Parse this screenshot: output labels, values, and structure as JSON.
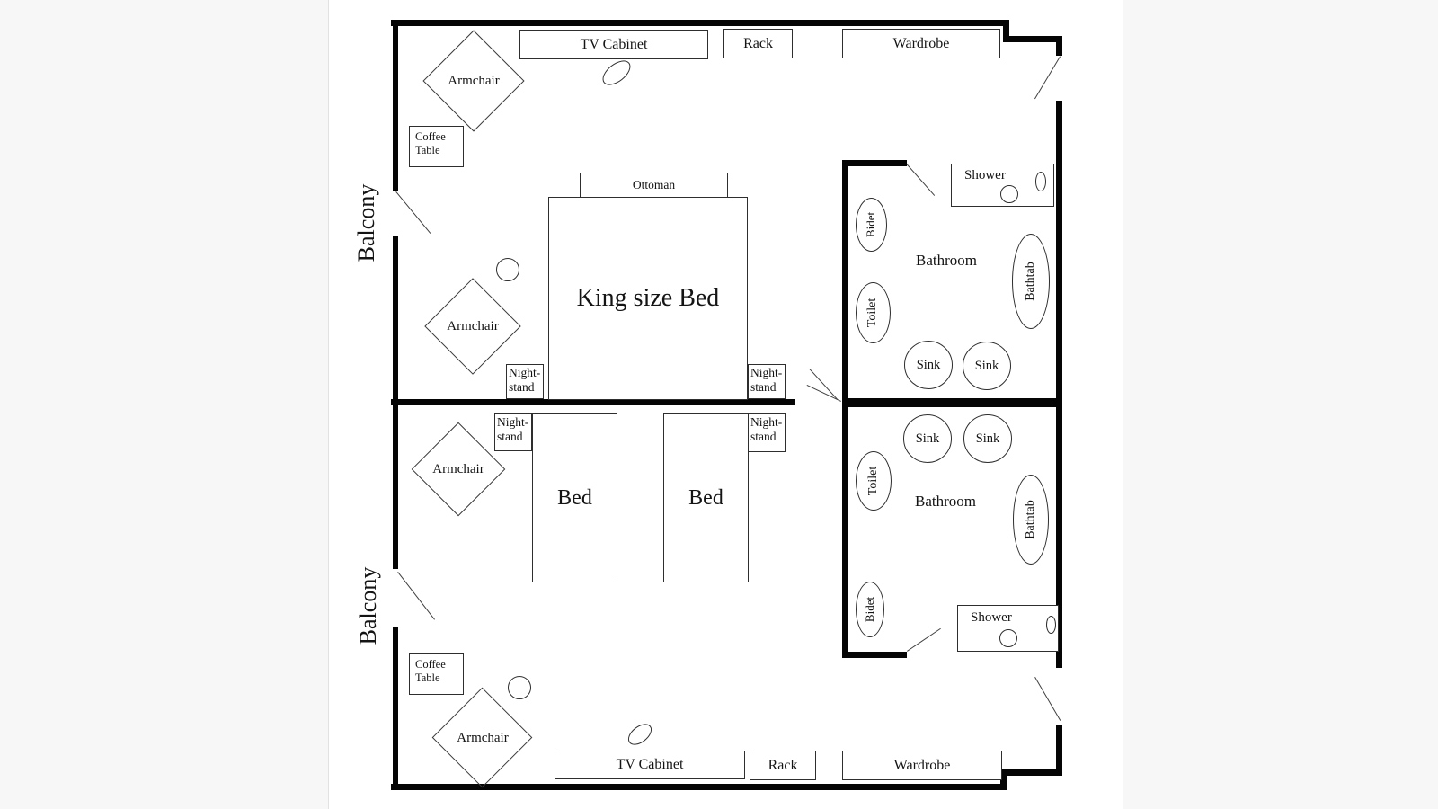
{
  "colors": {
    "wall": "#050505",
    "furniture_outline": "#2e2e2e",
    "door_line": "#3f3f3f",
    "text": "#141414",
    "page_bg": "#ffffff",
    "desktop_bg": "#f7f7f7"
  },
  "balconies": {
    "top": "Balcony",
    "bottom": "Balcony"
  },
  "king_room": {
    "tv_cabinet": "TV Cabinet",
    "rack": "Rack",
    "wardrobe": "Wardrobe",
    "armchair_corner": "Armchair",
    "armchair_mid": "Armchair",
    "coffee_table": [
      "Coffee",
      "Table"
    ],
    "ottoman": "Ottoman",
    "bed": "King size Bed",
    "nightstand_left": [
      "Night-",
      "stand"
    ],
    "nightstand_right": [
      "Night-",
      "stand"
    ]
  },
  "twin_room": {
    "tv_cabinet": "TV Cabinet",
    "rack": "Rack",
    "wardrobe": "Wardrobe",
    "armchair_corner": "Armchair",
    "armchair_mid": "Armchair",
    "coffee_table": [
      "Coffee",
      "Table"
    ],
    "bed_left": "Bed",
    "bed_right": "Bed",
    "nightstand_left": [
      "Night-",
      "stand"
    ],
    "nightstand_right": [
      "Night-",
      "stand"
    ]
  },
  "bathroom_top": {
    "label": "Bathroom",
    "shower": "Shower",
    "bidet": "Bidet",
    "toilet": "Toilet",
    "bathtub": "Bathtab",
    "sink_left": "Sink",
    "sink_right": "Sink"
  },
  "bathroom_bottom": {
    "label": "Bathroom",
    "shower": "Shower",
    "bidet": "Bidet",
    "toilet": "Toilet",
    "bathtub": "Bathtab",
    "sink_left": "Sink",
    "sink_right": "Sink"
  }
}
